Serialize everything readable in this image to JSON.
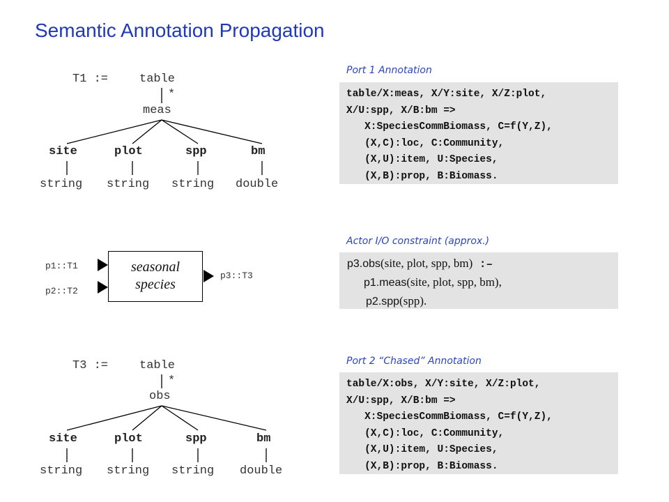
{
  "title": "Semantic Annotation Propagation",
  "tree1": {
    "assign": "T1 :=",
    "root": "table",
    "star": "*",
    "child": "meas",
    "fields": [
      "site",
      "plot",
      "spp",
      "bm"
    ],
    "types": [
      "string",
      "string",
      "string",
      "double"
    ]
  },
  "tree3": {
    "assign": "T3 :=",
    "root": "table",
    "star": "*",
    "child": "obs",
    "fields": [
      "site",
      "plot",
      "spp",
      "bm"
    ],
    "types": [
      "string",
      "string",
      "string",
      "double"
    ]
  },
  "actor": {
    "label_line1": "seasonal",
    "label_line2": "species",
    "port_in1": "p1::T1",
    "port_in2": "p2::T2",
    "port_out": "p3::T3"
  },
  "port1": {
    "caption": "Port 1 Annotation",
    "lines": [
      "table/X:meas, X/Y:site, X/Z:plot,",
      "X/U:spp, X/B:bm =>",
      "   X:SpeciesCommBiomass, C=f(Y,Z),",
      "   (X,C):loc, C:Community,",
      "   (X,U):item, U:Species,",
      "   (X,B):prop, B:Biomass."
    ]
  },
  "constraint": {
    "caption": "Actor I/O constraint (approx.)",
    "line1_head": "p3.obs",
    "line1_args": "(site, plot, spp, bm)",
    "line1_op": " :–",
    "line2_head": "p1.meas",
    "line2_args": "(site, plot, spp, bm),",
    "line3_head": "p2.spp",
    "line3_args": "(spp)."
  },
  "port2": {
    "caption": "Port 2 “Chased” Annotation",
    "lines": [
      "table/X:obs, X/Y:site, X/Z:plot,",
      "X/U:spp, X/B:bm =>",
      "   X:SpeciesCommBiomass, C=f(Y,Z),",
      "   (X,C):loc, C:Community,",
      "   (X,U):item, U:Species,",
      "   (X,B):prop, B:Biomass."
    ]
  }
}
